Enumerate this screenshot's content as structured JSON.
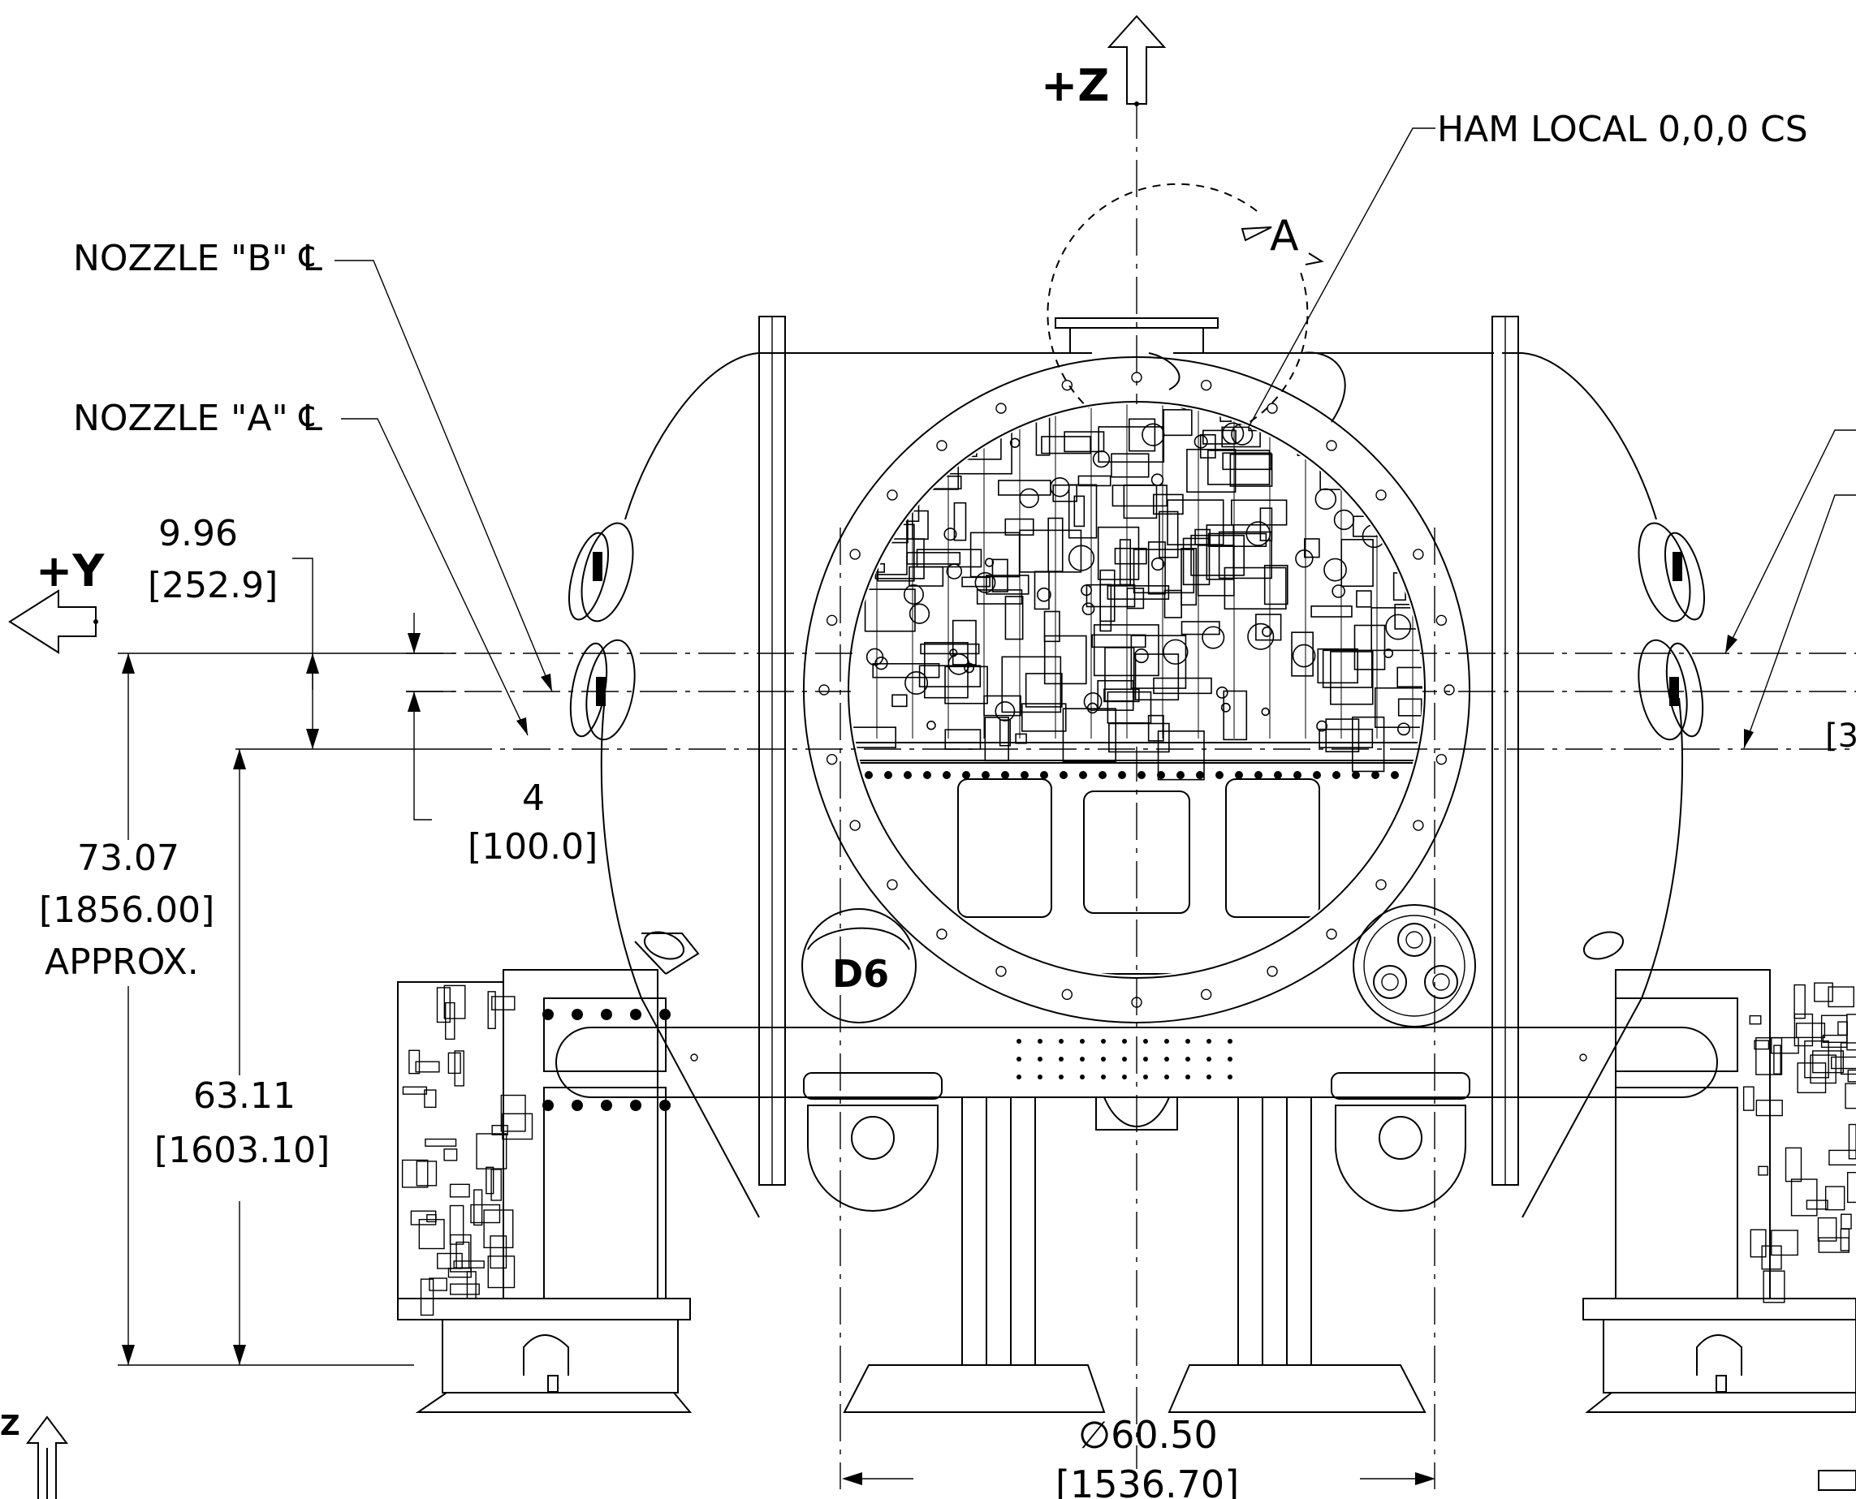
{
  "axes": {
    "plus_z": "+Z",
    "plus_y": "+Y",
    "small_z": "Z"
  },
  "callouts": {
    "ham_local": "HAM LOCAL 0,0,0 CS",
    "nozzle_b": "NOZZLE \"B\" ℄",
    "nozzle_a": "NOZZLE \"A\" ℄",
    "detail_a": "A",
    "d6_label": "D6",
    "right_cut_partial": "[3"
  },
  "dimensions": {
    "d1_value": "9.96",
    "d1_metric": "252.9",
    "d2_value": "4",
    "d2_metric": "100.0",
    "d3_value": "73.07",
    "d3_metric": "1856.00",
    "d3_note": "APPROX.",
    "d4_value": "63.11",
    "d4_metric": "1603.10",
    "d5_value": "60.50",
    "d5_metric": "1536.70",
    "diameter_symbol": "∅"
  },
  "colors": {
    "ink": "#000000",
    "paper": "#ffffff"
  }
}
